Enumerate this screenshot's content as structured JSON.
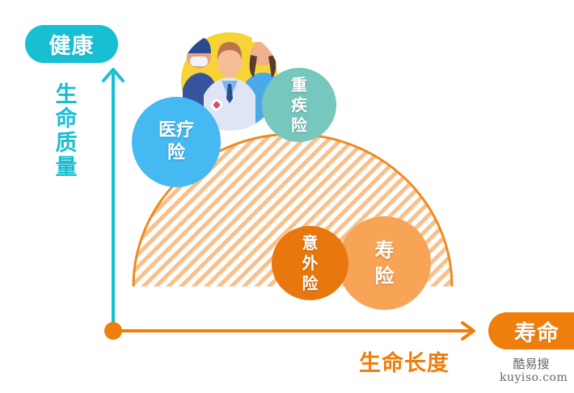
{
  "diagram": {
    "y_axis": {
      "end_label": "健康",
      "title": "生命质量",
      "color": "#16bfd2"
    },
    "x_axis": {
      "end_label": "寿命",
      "title": "生命长度",
      "color": "#ef7e0c"
    },
    "coverage_area": {
      "shape": "half-ellipse",
      "fill": "diagonal-stripes",
      "stroke_color": "#ef8a1e",
      "stripe_color": "#f9c08a"
    },
    "illustration": {
      "icon": "medical-staff-icon",
      "description": "doctor, nurse and surgeon group"
    },
    "insurance_types": [
      {
        "id": "medical",
        "label_line1": "医疗",
        "label_line2": "险",
        "color": "#45b9f1"
      },
      {
        "id": "critical",
        "label_line1": "重",
        "label_line2": "疾",
        "label_line3": "险",
        "color": "#76c7be"
      },
      {
        "id": "accident",
        "label_line1": "意",
        "label_line2": "外",
        "label_line3": "险",
        "color": "#e8780d"
      },
      {
        "id": "life",
        "label_line1": "寿",
        "label_line2": "险",
        "color": "#f7a457"
      }
    ]
  },
  "watermark": {
    "cn": "酷易搜",
    "en": "kuyiso.com"
  }
}
